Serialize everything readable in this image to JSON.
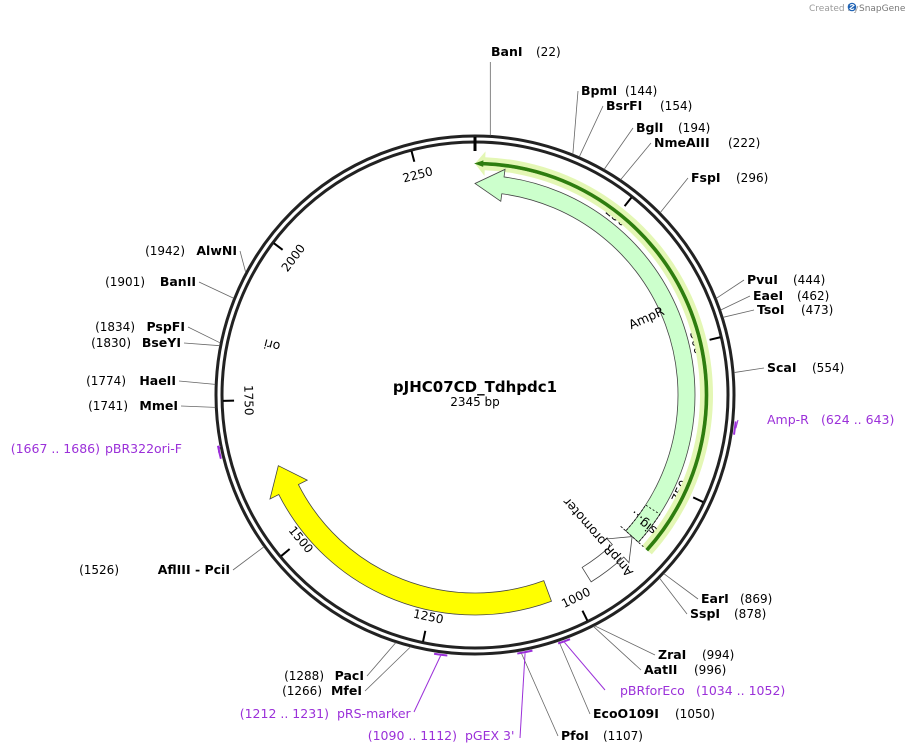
{
  "header": {
    "credit_prefix": "Created by",
    "credit_brand": "SnapGene",
    "logo_icon": "snapgene-logo-icon"
  },
  "plasmid": {
    "name": "pJHC07CD_Tdhpdc1",
    "length_label": "2345 bp",
    "length": 2345
  },
  "ruler": {
    "ticks": [
      250,
      500,
      750,
      1000,
      1250,
      1500,
      1750,
      2000,
      2250
    ]
  },
  "sites": [
    {
      "name": "BanI",
      "pos_label": "(22)",
      "pos": 22
    },
    {
      "name": "BpmI",
      "pos_label": "(144)",
      "pos": 144
    },
    {
      "name": "BsrFI",
      "pos_label": "(154)",
      "pos": 154
    },
    {
      "name": "BglI",
      "pos_label": "(194)",
      "pos": 194
    },
    {
      "name": "NmeAIII",
      "pos_label": "(222)",
      "pos": 222
    },
    {
      "name": "FspI",
      "pos_label": "(296)",
      "pos": 296
    },
    {
      "name": "PvuI",
      "pos_label": "(444)",
      "pos": 444
    },
    {
      "name": "EaeI",
      "pos_label": "(462)",
      "pos": 462
    },
    {
      "name": "TsoI",
      "pos_label": "(473)",
      "pos": 473
    },
    {
      "name": "ScaI",
      "pos_label": "(554)",
      "pos": 554
    },
    {
      "name": "EarI",
      "pos_label": "(869)",
      "pos": 869
    },
    {
      "name": "SspI",
      "pos_label": "(878)",
      "pos": 878
    },
    {
      "name": "ZraI",
      "pos_label": "(994)",
      "pos": 994
    },
    {
      "name": "AatII",
      "pos_label": "(996)",
      "pos": 996
    },
    {
      "name": "EcoO109I",
      "pos_label": "(1050)",
      "pos": 1050
    },
    {
      "name": "PfoI",
      "pos_label": "(1107)",
      "pos": 1107
    },
    {
      "name": "MfeI",
      "pos_label": "(1266)",
      "pos": 1266
    },
    {
      "name": "PacI",
      "pos_label": "(1288)",
      "pos": 1288
    },
    {
      "name": "AflIII  -  PciI",
      "pos_label": "(1526)",
      "pos": 1526
    },
    {
      "name": "MmeI",
      "pos_label": "(1741)",
      "pos": 1741
    },
    {
      "name": "HaeII",
      "pos_label": "(1774)",
      "pos": 1774
    },
    {
      "name": "BseYI",
      "pos_label": "(1830)",
      "pos": 1830
    },
    {
      "name": "PspFI",
      "pos_label": "(1834)",
      "pos": 1834
    },
    {
      "name": "BanII",
      "pos_label": "(1901)",
      "pos": 1901
    },
    {
      "name": "AlwNI",
      "pos_label": "(1942)",
      "pos": 1942
    }
  ],
  "primers": [
    {
      "name": "Amp-R",
      "range_label": "(624 .. 643)",
      "start": 624,
      "end": 643
    },
    {
      "name": "pBRforEco",
      "range_label": "(1034 .. 1052)",
      "start": 1034,
      "end": 1052
    },
    {
      "name": "pGEX 3'",
      "range_label": "(1090 .. 1112)",
      "start": 1090,
      "end": 1112
    },
    {
      "name": "pRS-marker",
      "range_label": "(1212 .. 1231)",
      "start": 1212,
      "end": 1231
    },
    {
      "name": "pBR322ori-F",
      "range_label": "(1667 .. 1686)",
      "start": 1667,
      "end": 1686
    }
  ],
  "features": [
    {
      "name": "AmpR",
      "label": "AmpR",
      "start": 0,
      "end": 860,
      "color": "#ccffcc"
    },
    {
      "name": "sig",
      "label": "sig…",
      "start": 800,
      "end": 860,
      "color": "#ccffcc"
    },
    {
      "name": "AmpR promoter",
      "label": "AmpR promoter",
      "start": 860,
      "end": 965,
      "color": "#ffffff"
    },
    {
      "name": "ori",
      "label": "ori",
      "start": 1040,
      "end": 1630,
      "color": "#ffff00"
    }
  ],
  "orf": {
    "start": 0,
    "end": 860,
    "color": "#2e7d0f",
    "glow": "#e4f7b5"
  },
  "colors": {
    "primer": "#9b30d9",
    "ring": "#222222",
    "feature_stroke": "#444444"
  }
}
